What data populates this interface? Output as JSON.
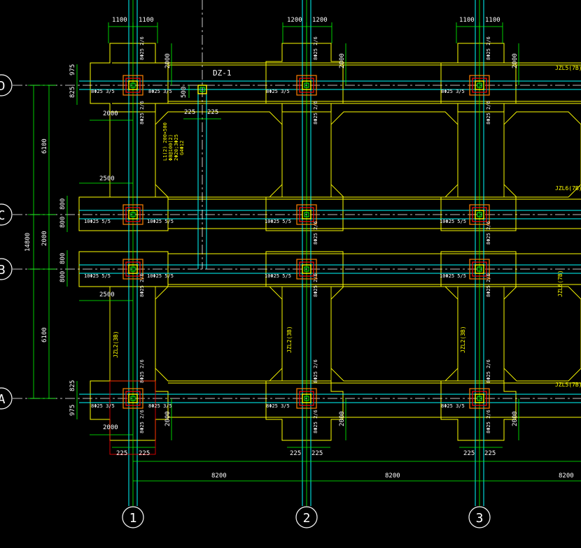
{
  "axes": {
    "letters": [
      "D",
      "C",
      "B",
      "A"
    ],
    "numbers": [
      "1",
      "2",
      "3"
    ]
  },
  "beam_marks": {
    "jzl5_top": "JZL5(7B)",
    "jzl6_c": "JZL6(7B)",
    "jzl6_b": "JZL6(7B)",
    "jzl5_bottom": "JZL5(7B)",
    "jzl2_1": "JZL2(3B)",
    "jzl2_2": "JZL2(3B)",
    "jzl2_3": "JZL2(3B)"
  },
  "col_label": "DZ-1",
  "dims": {
    "top_1100": "1100",
    "top_1200": "1200",
    "h_2000": "2000",
    "h_2500": "2500",
    "v_975": "975",
    "v_825": "825",
    "v_800": "800",
    "v_2000": "2000",
    "v_500": "500",
    "w_225": "225",
    "total_14800": "14800",
    "span_6100": "6100",
    "span_2000": "2000",
    "span_8200": "8200"
  },
  "rebar": {
    "r835": "8Φ25 3/5",
    "r835b": "8Φ25 3/5",
    "r10": "10Φ25 5/5",
    "r826": "8Φ25 2/6",
    "r826b": "8Φ25 2/6"
  },
  "notes": {
    "l1": "L1(2) 200×500",
    "l2": "Φ8@100(2)",
    "l3": "2Φ20;3Φ25",
    "l4": "G4Φ12"
  },
  "colors": {
    "background": "#000000",
    "outline": "#ffff00",
    "beam": "#00ffff",
    "dimension": "#00ff00",
    "axis_line": "#ffffff",
    "column_red": "#ff0000",
    "note_orange": "#ff8000"
  }
}
